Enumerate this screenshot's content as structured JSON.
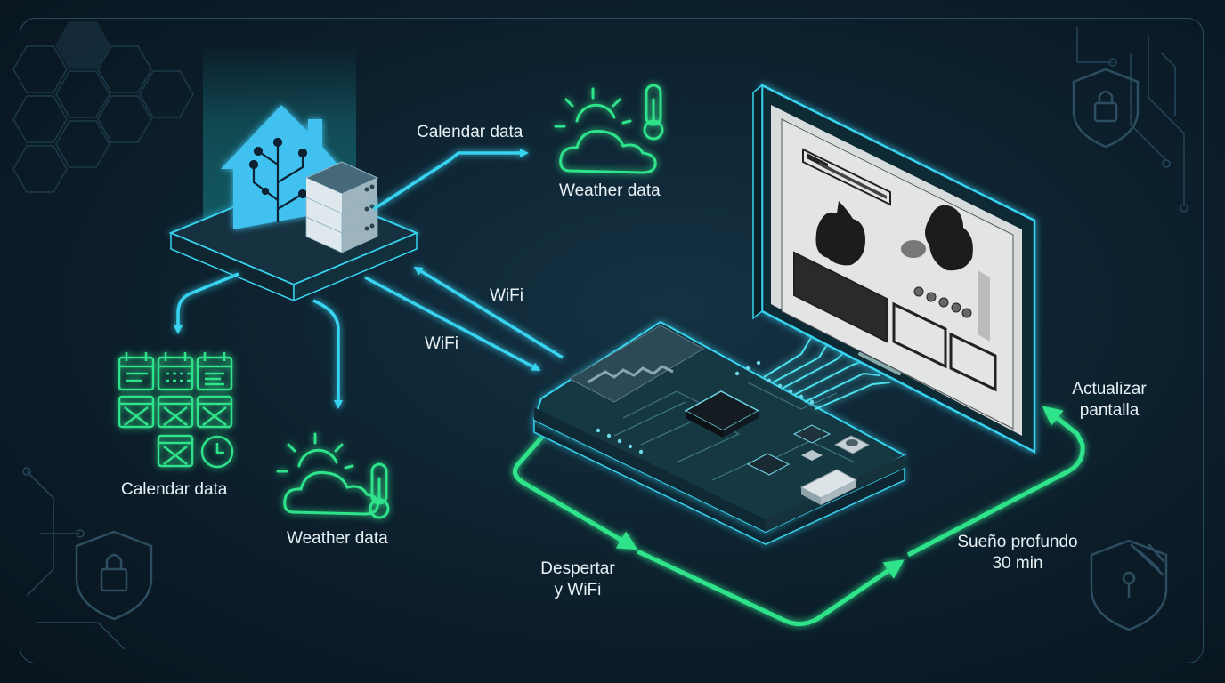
{
  "labels": {
    "calendar_top": "Calendar data",
    "weather_top": "Weather data",
    "calendar_left": "Calendar data",
    "weather_left": "Weather data",
    "wifi_upper": "WiFi",
    "wifi_lower": "WiFi",
    "wake_line1": "Despertar",
    "wake_line2": "y WiFi",
    "sleep_line1": "Sueño profundo",
    "sleep_line2": "30 min",
    "update_line1": "Actualizar",
    "update_line2": "pantalla"
  },
  "colors": {
    "cyan": "#37d3f0",
    "green": "#2fe38a",
    "background": "#0c1f2c"
  }
}
